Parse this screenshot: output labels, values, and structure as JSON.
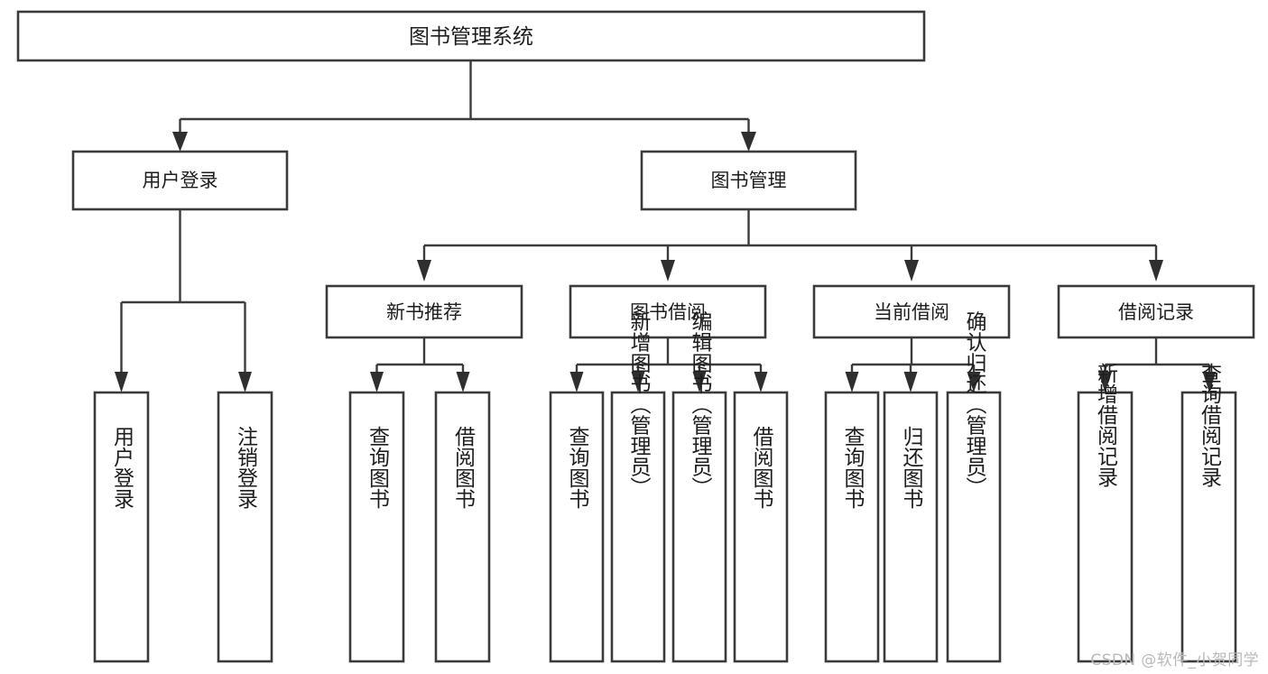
{
  "diagram": {
    "title": "图书管理系统",
    "type": "tree-hierarchy",
    "orientation": "top-down",
    "colors": {
      "box_stroke": "#3b3b3b",
      "box_fill": "#ffffff",
      "connector": "#3b3b3b",
      "text": "#1d1d1d",
      "watermark": "#b9b9b9",
      "background": "#ffffff"
    },
    "watermark": "CSDN @软件_小贺同学"
  },
  "nodes": {
    "root": {
      "label": "图书管理系统",
      "level": 1
    },
    "level2": [
      {
        "id": "user-login",
        "label": "用户登录"
      },
      {
        "id": "book-management",
        "label": "图书管理"
      }
    ],
    "level3": [
      {
        "id": "new-book-recommend",
        "label": "新书推荐",
        "parent": "book-management"
      },
      {
        "id": "book-borrow",
        "label": "图书借阅",
        "parent": "book-management"
      },
      {
        "id": "current-borrow",
        "label": "当前借阅",
        "parent": "book-management"
      },
      {
        "id": "borrow-record",
        "label": "借阅记录",
        "parent": "book-management"
      }
    ],
    "leaves": {
      "user-login": [
        {
          "id": "leaf-user-login",
          "label": "用户登录"
        },
        {
          "id": "leaf-user-logout",
          "label": "注销登录"
        }
      ],
      "new-book-recommend": [
        {
          "id": "leaf-query-book-1",
          "label": "查询图书"
        },
        {
          "id": "leaf-borrow-book-1",
          "label": "借阅图书"
        }
      ],
      "book-borrow": [
        {
          "id": "leaf-query-book-2",
          "label": "查询图书"
        },
        {
          "id": "leaf-add-book",
          "label": "新增图书（管理员）"
        },
        {
          "id": "leaf-edit-book",
          "label": "编辑图书（管理员）"
        },
        {
          "id": "leaf-borrow-book-2",
          "label": "借阅图书"
        }
      ],
      "current-borrow": [
        {
          "id": "leaf-query-book-3",
          "label": "查询图书"
        },
        {
          "id": "leaf-return-book",
          "label": "归还图书"
        },
        {
          "id": "leaf-confirm-return",
          "label": "确认归还（管理员）"
        }
      ],
      "borrow-record": [
        {
          "id": "leaf-add-record",
          "label": "新增借阅记录"
        },
        {
          "id": "leaf-query-record",
          "label": "查询借阅记录"
        }
      ]
    }
  }
}
